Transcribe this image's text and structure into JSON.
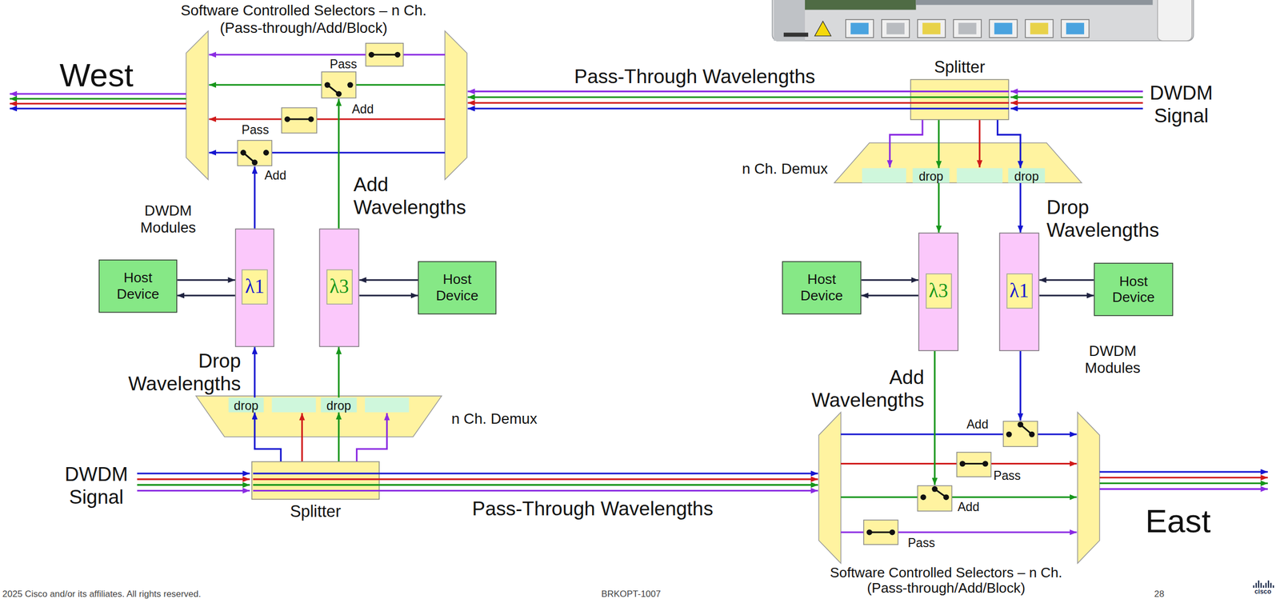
{
  "diagram": {
    "nodes": [
      {
        "text": [
          "Host Device"
        ]
      },
      {
        "text": [
          "λ1"
        ]
      },
      {
        "text": [
          "λ3"
        ]
      },
      {
        "text": [
          "Host Device"
        ]
      },
      {
        "text": [
          "n Ch. Demux"
        ]
      },
      {
        "text": [
          "drop"
        ],
        "in": 4
      },
      {
        "text": [
          "drop"
        ],
        "in": 4
      },
      {
        "text": [
          "Splitter"
        ]
      },
      {
        "text": [
          "Splitter"
        ]
      },
      {
        "text": [
          "n Ch. Demux"
        ]
      },
      {
        "text": [
          "drop"
        ],
        "in": 9
      },
      {
        "text": [
          "drop"
        ],
        "in": 9
      },
      {
        "text": [
          "Host Device"
        ]
      },
      {
        "text": [
          "λ3"
        ]
      },
      {
        "text": [
          "λ1"
        ]
      },
      {
        "text": [
          "Host Device"
        ]
      }
    ],
    "edges": [
      {
        "from": 0,
        "to": 1,
        "arrow": "to"
      },
      {
        "from": 1,
        "to": 0,
        "arrow": "to"
      },
      {
        "from": 3,
        "to": 2,
        "arrow": "to"
      },
      {
        "from": 2,
        "to": 3,
        "arrow": "to"
      },
      {
        "from": 5,
        "to": 1,
        "arrow": "to"
      },
      {
        "from": 6,
        "to": 2,
        "arrow": "to"
      },
      {
        "from": 7,
        "to": 5,
        "arrow": "to"
      },
      {
        "from": 7,
        "to": 6,
        "arrow": "to"
      },
      {
        "from": 12,
        "to": 13,
        "arrow": "to"
      },
      {
        "from": 13,
        "to": 12,
        "arrow": "to"
      },
      {
        "from": 15,
        "to": 14,
        "arrow": "to"
      },
      {
        "from": 14,
        "to": 15,
        "arrow": "to"
      },
      {
        "from": 10,
        "to": 13,
        "arrow": "to"
      },
      {
        "from": 11,
        "to": 14,
        "arrow": "to"
      },
      {
        "from": 8,
        "to": 10,
        "arrow": "to"
      },
      {
        "from": 8,
        "to": 11,
        "arrow": "to"
      }
    ],
    "labels": [
      "Software Controlled Selectors – n Ch. (Pass-through/Add/Block)",
      "West",
      "Pass",
      "Add",
      "Pass",
      "Add",
      "Add Wavelengths",
      "DWDM Modules",
      "Drop Wavelengths",
      "DWDM Signal",
      "Pass-Through Wavelengths",
      "Pass-Through Wavelengths",
      "DWDM Signal",
      "Drop Wavelengths",
      "DWDM Modules",
      "Add Wavelengths",
      "Add",
      "Pass",
      "Add",
      "Pass",
      "East",
      "Software Controlled Selectors – n Ch. (Pass-through/Add/Block)",
      "2025 Cisco and/or its affiliates. All rights reserved.",
      "BRKOPT-1007",
      "28",
      "cisco"
    ]
  }
}
